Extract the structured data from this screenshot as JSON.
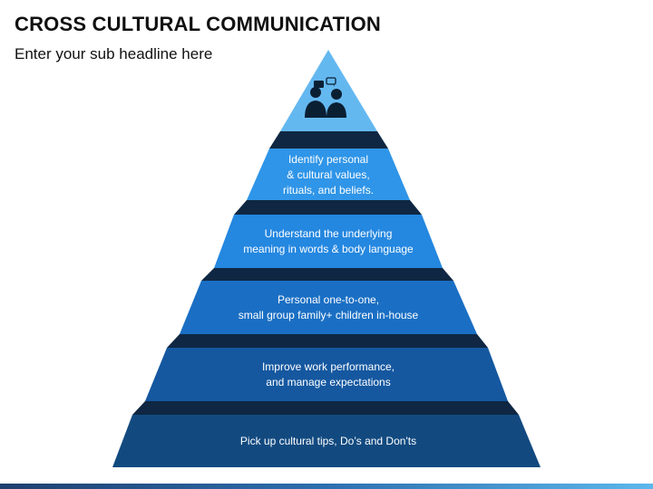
{
  "header": {
    "title": "CROSS CULTURAL COMMUNICATION",
    "subtitle": "Enter your sub headline here"
  },
  "pyramid": {
    "apex_icon": "people-conversation-icon",
    "tiers": [
      {
        "lines": [
          "Identify personal",
          "& cultural values,",
          "rituals, and beliefs."
        ],
        "color": "#2f95e8"
      },
      {
        "lines": [
          "Understand the underlying",
          "meaning in words & body language"
        ],
        "color": "#2487e0"
      },
      {
        "lines": [
          "Personal one-to-one,",
          "small group family+ children in-house"
        ],
        "color": "#1a6fc4"
      },
      {
        "lines": [
          "Improve work performance,",
          "and manage expectations"
        ],
        "color": "#1558a0"
      },
      {
        "lines": [
          "Pick up cultural tips, Do’s and Don'ts"
        ],
        "color": "#124a80"
      }
    ],
    "apex_color": "#64b8f0"
  }
}
